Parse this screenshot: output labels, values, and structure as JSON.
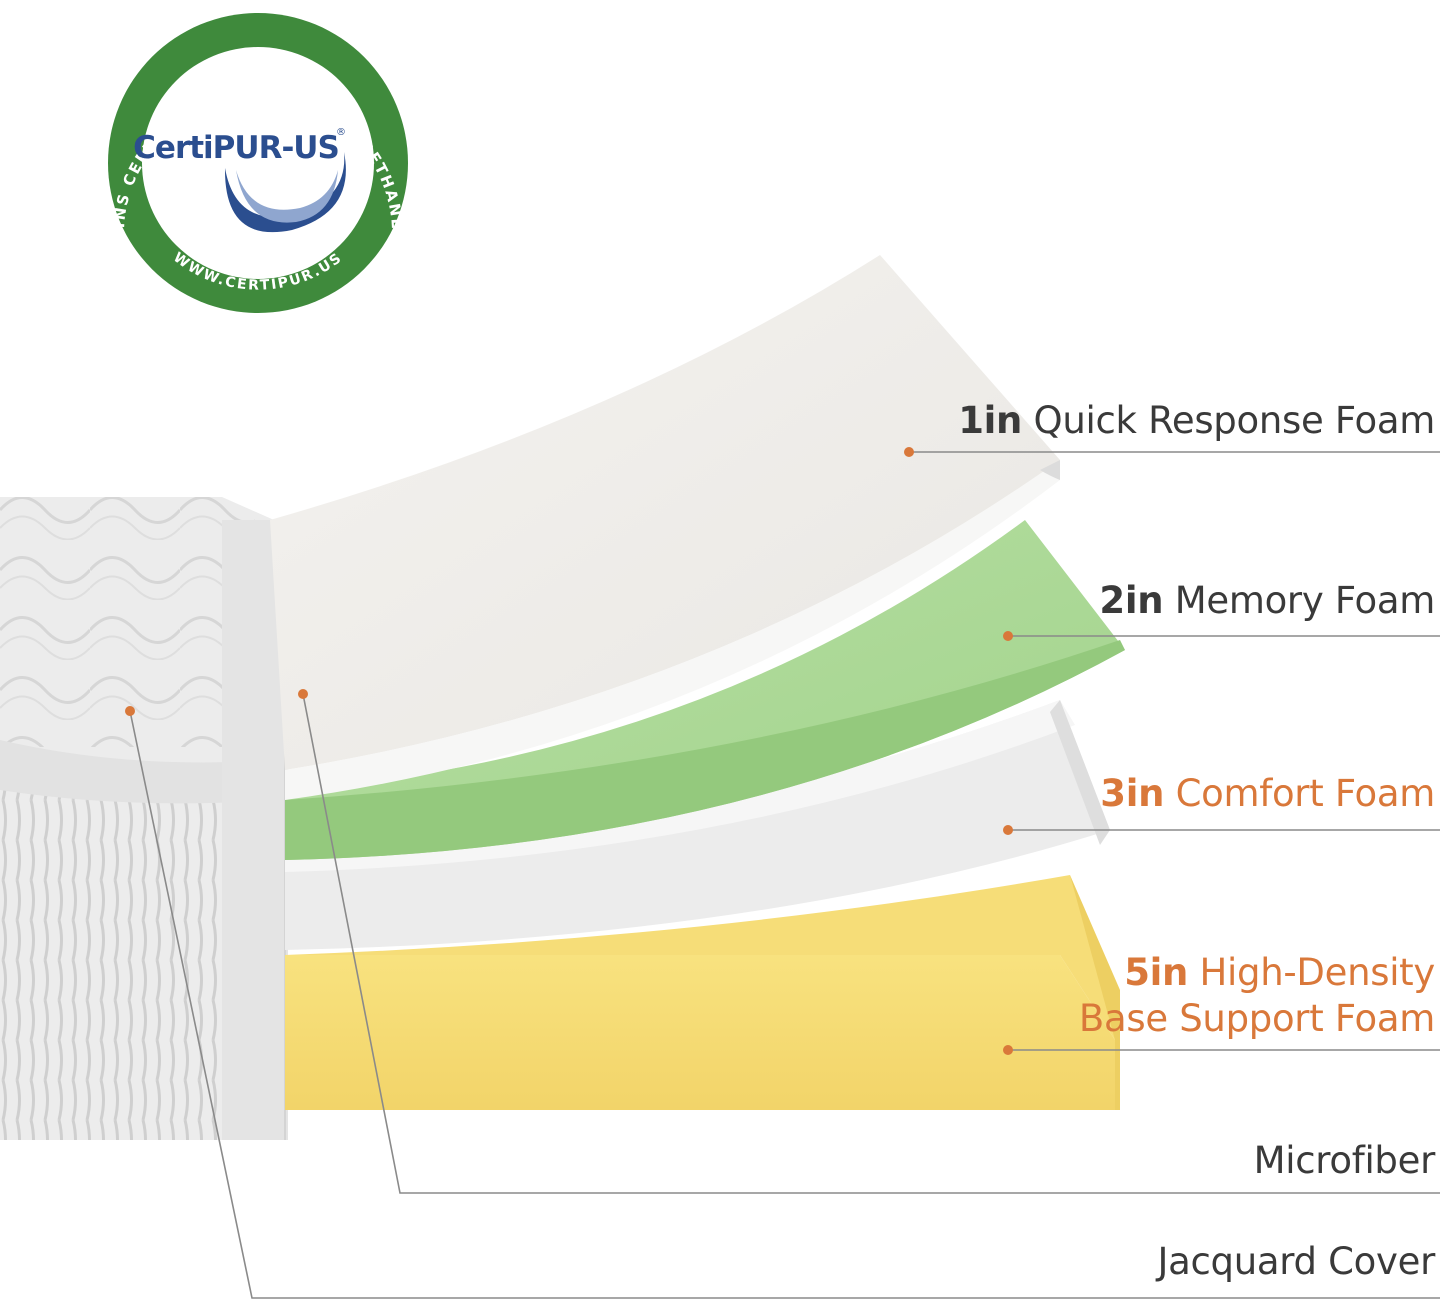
{
  "badge": {
    "ring_text": "CONTAINS CERTIFIED FLEXIBLE POLYURETHANE FOAM",
    "url_text": "WWW.CERTIPUR.US",
    "brand": "CertiPUR-US",
    "brand_mark": "®",
    "ring_color": "#3f8a3c",
    "brand_color": "#2b4e8f"
  },
  "layers": [
    {
      "num": "1in",
      "text": "Quick Response Foam",
      "color": "#3a3a3a"
    },
    {
      "num": "2in",
      "text": "Memory Foam",
      "color": "#3a3a3a"
    },
    {
      "num": "3in",
      "text": "Comfort Foam",
      "color": "#d9783a"
    },
    {
      "num": "5in",
      "line1": "High-Density",
      "line2": "Base Support Foam",
      "color": "#d9783a"
    },
    {
      "text": "Microfiber",
      "color": "#3a3a3a"
    },
    {
      "text": "Jacquard Cover",
      "color": "#3a3a3a"
    }
  ],
  "colors": {
    "accent_dot": "#d9783a",
    "leader_line": "#8a8a8a",
    "quick_foam": "#efedea",
    "memory_foam": "#9fd08a",
    "comfort_foam": "#ececec",
    "base_foam": "#f6dd78",
    "cover": "#e9e9e9"
  }
}
